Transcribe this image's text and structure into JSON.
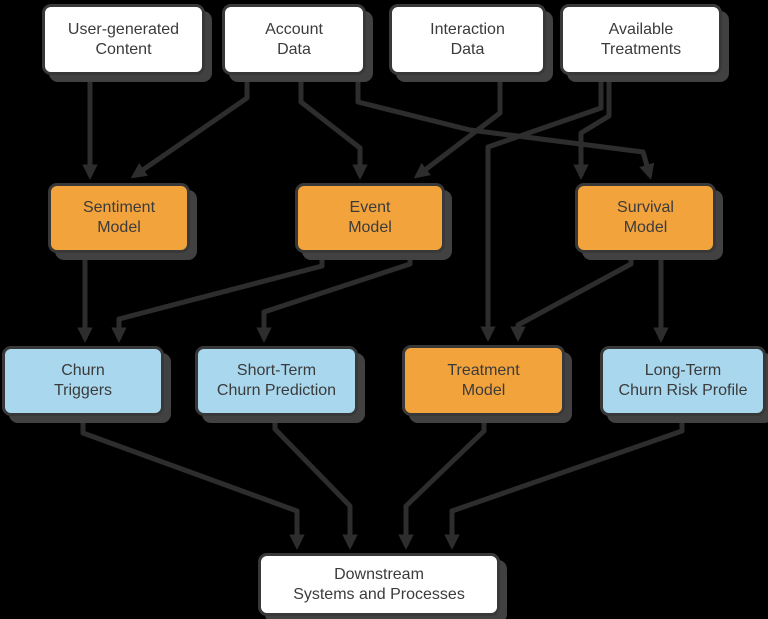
{
  "diagram": {
    "title": "",
    "colors": {
      "background": "#000000",
      "data_box": "#ffffff",
      "model_box": "#f2a33c",
      "risk_box": "#a9d7ed",
      "box_border": "#383838",
      "box_shadow": "#414141",
      "edge_line": "#2d2d2d",
      "text": "#3b3b3b"
    },
    "nodes": [
      {
        "id": "ugc",
        "kind": "data",
        "label": "User-generated\nContent"
      },
      {
        "id": "account",
        "kind": "data",
        "label": "Account\nData"
      },
      {
        "id": "interaction",
        "kind": "data",
        "label": "Interaction\nData"
      },
      {
        "id": "treatments",
        "kind": "data",
        "label": "Available\nTreatments"
      },
      {
        "id": "sentiment",
        "kind": "model",
        "label": "Sentiment\nModel"
      },
      {
        "id": "event",
        "kind": "model",
        "label": "Event\nModel"
      },
      {
        "id": "survival",
        "kind": "model",
        "label": "Survival\nModel"
      },
      {
        "id": "churn-triggers",
        "kind": "risk",
        "label": "Churn\nTriggers"
      },
      {
        "id": "short-term",
        "kind": "risk",
        "label": "Short-Term\nChurn Prediction"
      },
      {
        "id": "treatment-model",
        "kind": "model",
        "label": "Treatment\nModel"
      },
      {
        "id": "long-term",
        "kind": "risk",
        "label": "Long-Term\nChurn Risk Profile"
      },
      {
        "id": "downstream",
        "kind": "data",
        "label": "Downstream\nSystems and Processes"
      }
    ],
    "edges": [
      {
        "from": "ugc",
        "to": "sentiment"
      },
      {
        "from": "account",
        "to": "sentiment"
      },
      {
        "from": "account",
        "to": "event"
      },
      {
        "from": "account",
        "to": "survival"
      },
      {
        "from": "interaction",
        "to": "event"
      },
      {
        "from": "treatments",
        "to": "treatment-model"
      },
      {
        "from": "treatments",
        "to": "survival"
      },
      {
        "from": "sentiment",
        "to": "churn-triggers"
      },
      {
        "from": "event",
        "to": "churn-triggers"
      },
      {
        "from": "event",
        "to": "short-term"
      },
      {
        "from": "survival",
        "to": "treatment-model"
      },
      {
        "from": "survival",
        "to": "long-term"
      },
      {
        "from": "churn-triggers",
        "to": "downstream"
      },
      {
        "from": "short-term",
        "to": "downstream"
      },
      {
        "from": "treatment-model",
        "to": "downstream"
      },
      {
        "from": "long-term",
        "to": "downstream"
      }
    ]
  }
}
